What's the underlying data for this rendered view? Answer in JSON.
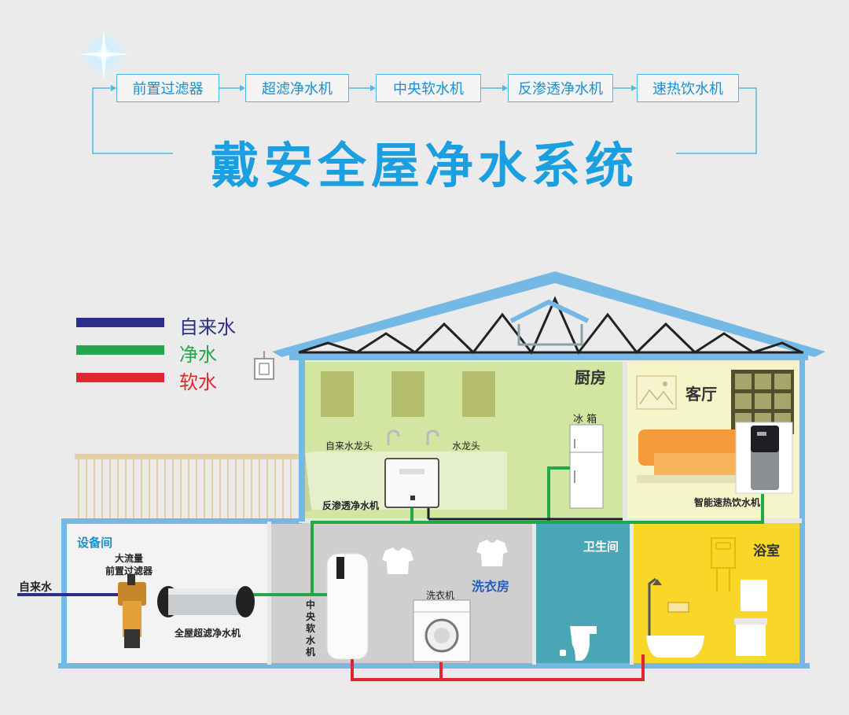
{
  "flow": {
    "steps": [
      "前置过滤器",
      "超滤净水机",
      "中央软水机",
      "反渗透净水机",
      "速热饮水机"
    ]
  },
  "title": "戴安全屋净水系统",
  "legend": [
    {
      "label": "自来水",
      "color": "#2b2f8a"
    },
    {
      "label": "净水",
      "color": "#22a84a"
    },
    {
      "label": "软水",
      "color": "#e0262e"
    }
  ],
  "rooms": {
    "kitchen": "厨房",
    "living_room": "客厅",
    "equipment_room": "设备间",
    "laundry": "洗衣房",
    "toilet": "卫生间",
    "bathroom": "浴室"
  },
  "labels": {
    "tap_water_faucet": "自来水龙头",
    "water_faucet": "水龙头",
    "fridge": "冰 箱",
    "ro_purifier": "反渗透净水机",
    "smart_dispenser": "智能速热饮水机",
    "inlet": "自来水",
    "prefilter_line1": "大流量",
    "prefilter_line2": "前置过滤器",
    "uf_purifier": "全屋超滤净水机",
    "softener_vertical": "中央软水机",
    "washer": "洗衣机"
  }
}
